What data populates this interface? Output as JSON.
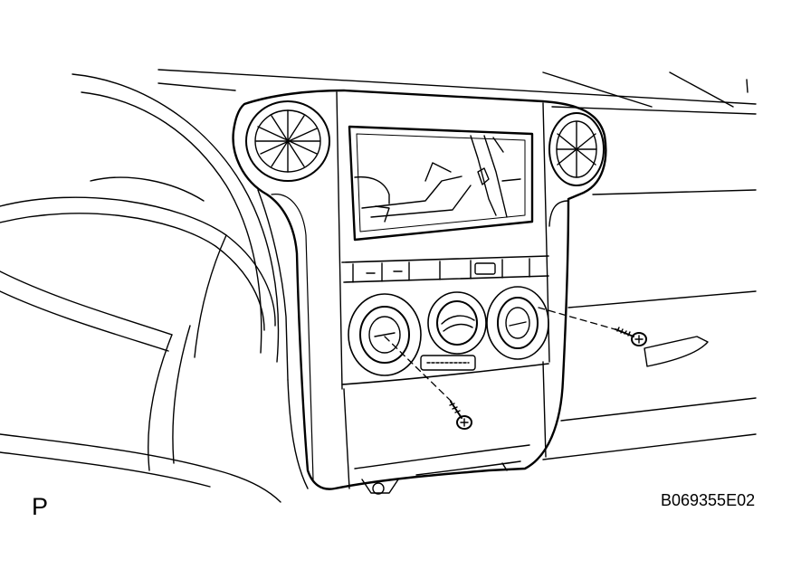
{
  "labels": {
    "view_letter": "P",
    "figure_code": "B069355E02"
  },
  "colors": {
    "line": "#000000",
    "background": "#ffffff"
  },
  "parts": {
    "screws": 2,
    "air_vents": 2,
    "knobs": 3
  }
}
